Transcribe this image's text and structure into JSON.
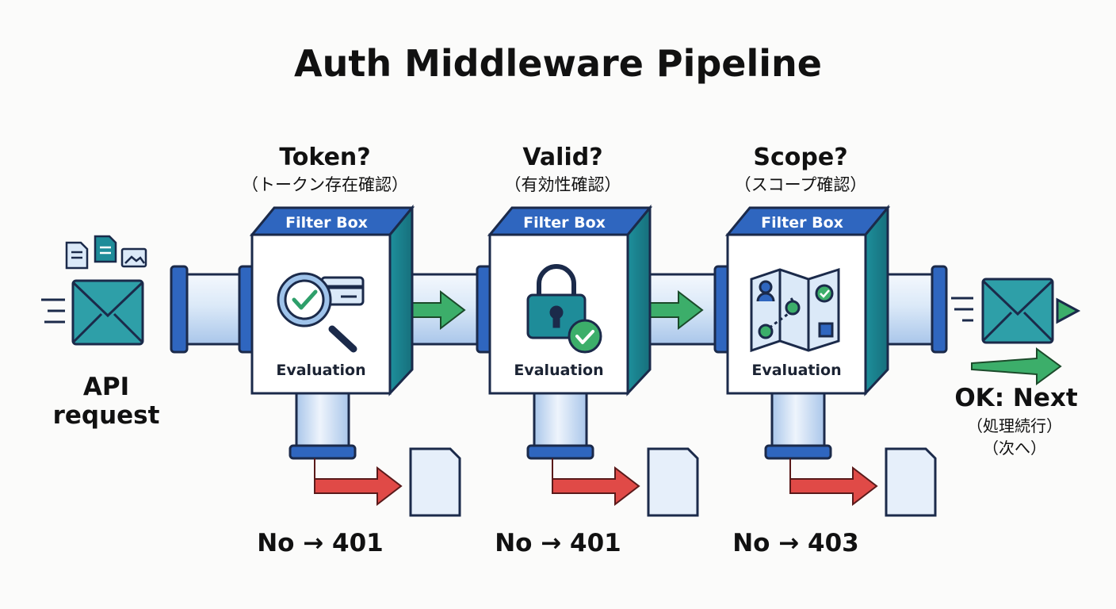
{
  "title": "Auth Middleware Pipeline",
  "input": {
    "label_line1": "API",
    "label_line2": "request"
  },
  "stages": [
    {
      "question": "Token?",
      "question_sub": "（トークン存在確認）",
      "box_label": "Filter Box",
      "eval_label": "Evaluation",
      "icon": "magnifier-card-icon",
      "reject_label": "No → 401"
    },
    {
      "question": "Valid?",
      "question_sub": "（有効性確認）",
      "box_label": "Filter Box",
      "eval_label": "Evaluation",
      "icon": "padlock-check-icon",
      "reject_label": "No → 401"
    },
    {
      "question": "Scope?",
      "question_sub": "（スコープ確認）",
      "box_label": "Filter Box",
      "eval_label": "Evaluation",
      "icon": "map-route-icon",
      "reject_label": "No → 403"
    }
  ],
  "output": {
    "label": "OK: Next",
    "sub_line1": "（処理続行）",
    "sub_line2": "（次へ）"
  },
  "colors": {
    "pipe_blue": "#2f66bf",
    "pipe_light": "#dbe9f8",
    "box_teal": "#1e8c99",
    "accept_arrow": "#3cae6a",
    "reject_arrow": "#e04a47",
    "outline": "#1b2a4a"
  }
}
